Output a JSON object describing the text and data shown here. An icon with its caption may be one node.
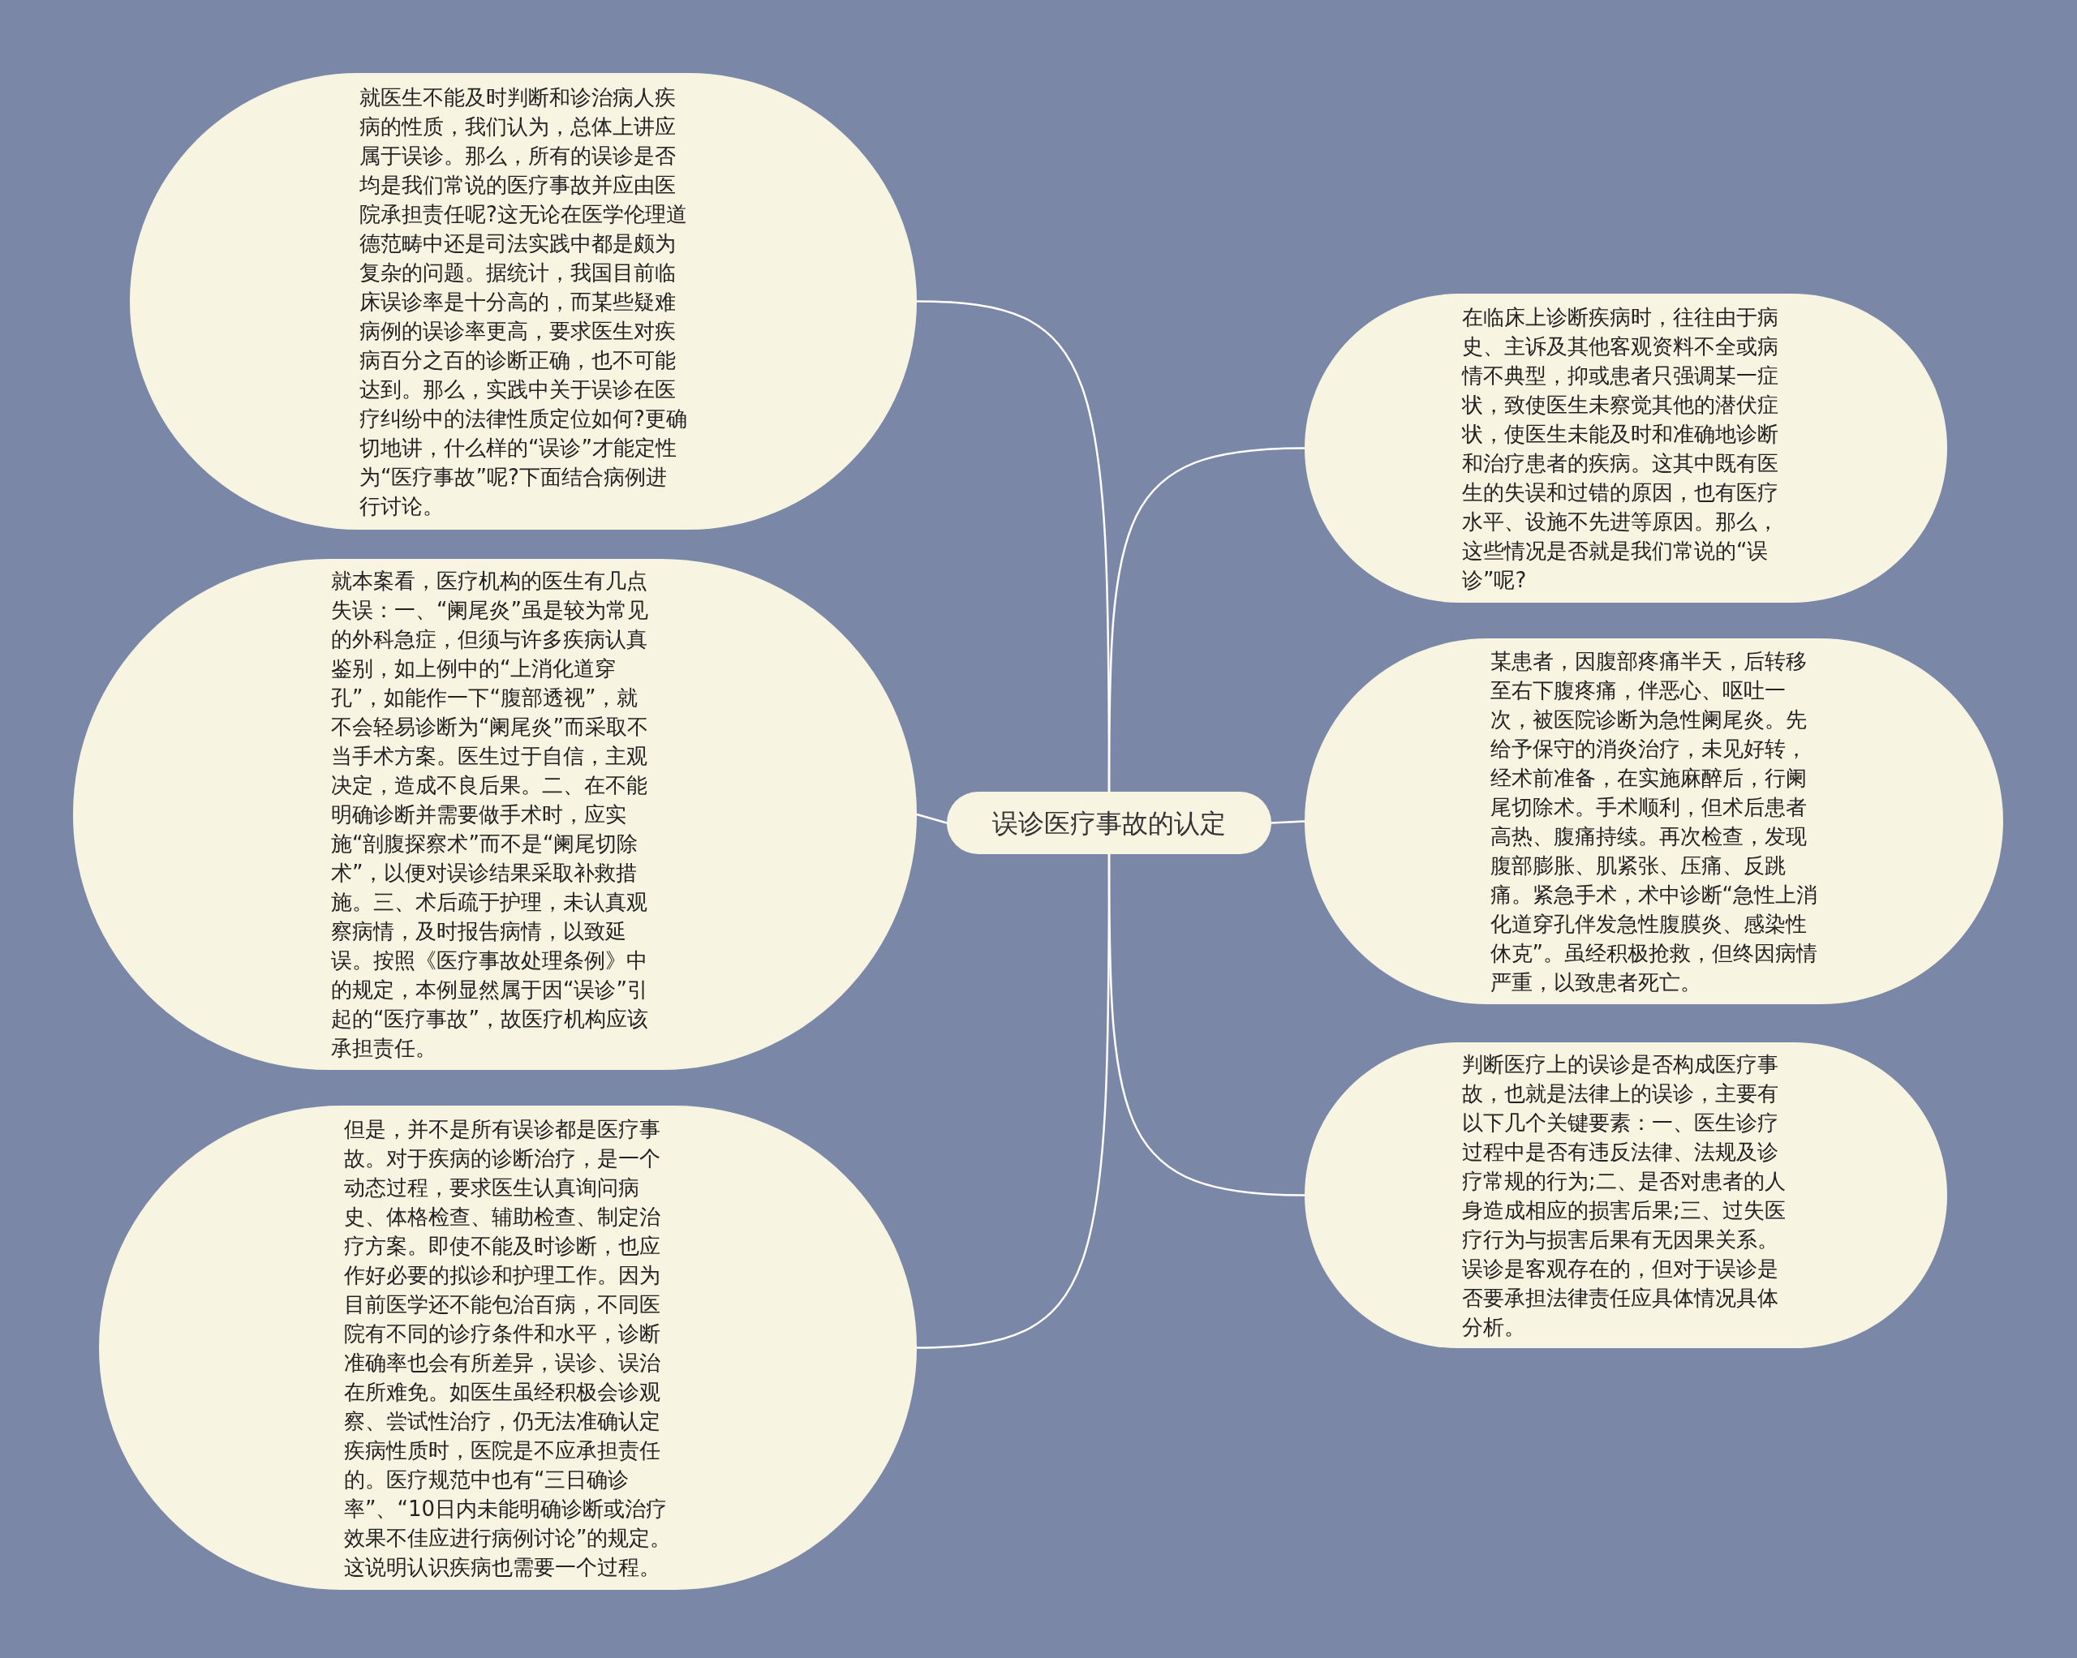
{
  "diagram": {
    "nodes": [
      {
        "text": [
          "误诊医疗事故的认定"
        ]
      },
      {
        "text": [
          "就医生不能及时判断和诊治病人疾病的性质，我们认为，总体上讲应属于误诊。那么，所有的误诊是否均是我们常说的医疗事故并应由医院承担责任呢?这无论在医学伦理道德范畴中还是司法实践中都是颇为复杂的问题。据统计，我国目前临床误诊率是十分高的，而某些疑难病例的误诊率更高，要求医生对疾病百分之百的诊断正确，也不可能达到。那么，实践中关于误诊在医疗纠纷中的法律性质定位如何?更确切地讲，什么样的“误诊”才能定性为“医疗事故”呢?下面结合病例进行讨论。"
        ]
      },
      {
        "text": [
          "就本案看，医疗机构的医生有几点失误：一、“阑尾炎”虽是较为常见的外科急症，但须与许多疾病认真鉴别，如上例中的“上消化道穿孔”，如能作一下“腹部透视”，就不会轻易诊断为“阑尾炎”而采取不当手术方案。医生过于自信，主观决定，造成不良后果。二、在不能明确诊断并需要做手术时，应实施“剖腹探察术”而不是“阑尾切除术”，以便对误诊结果采取补救措施。三、术后疏于护理，未认真观察病情，及时报告病情，以致延误。按照《医疗事故处理条例》中的规定，本例显然属于因“误诊”引起的“医疗事故”，故医疗机构应该承担责任。"
        ]
      },
      {
        "text": [
          "但是，并不是所有误诊都是医疗事故。对于疾病的诊断治疗，是一个动态过程，要求医生认真询问病史、体格检查、辅助检查、制定治疗方案。即使不能及时诊断，也应作好必要的拟诊和护理工作。因为目前医学还不能包治百病，不同医院有不同的诊疗条件和水平，诊断准确率也会有所差异，误诊、误治在所难免。如医生虽经积极会诊观察、尝试性治疗，仍无法准确认定疾病性质时，医院是不应承担责任的。医疗规范中也有“三日确诊率”、“10日内未能明确诊断或治疗效果不佳应进行病例讨论”的规定。这说明认识疾病也需要一个过程。"
        ]
      },
      {
        "text": [
          "在临床上诊断疾病时，往往由于病史、主诉及其他客观资料不全或病情不典型，抑或患者只强调某一症状，致使医生未察觉其他的潜伏症状，使医生未能及时和准确地诊断和治疗患者的疾病。这其中既有医生的失误和过错的原因，也有医疗水平、设施不先进等原因。那么，这些情况是否就是我们常说的“误诊”呢?"
        ]
      },
      {
        "text": [
          "某患者，因腹部疼痛半天，后转移至右下腹疼痛，伴恶心、呕吐一次，被医院诊断为急性阑尾炎。先给予保守的消炎治疗，未见好转，经术前准备，在实施麻醉后，行阑尾切除术。手术顺利，但术后患者高热、腹痛持续。再次检查，发现腹部膨胀、肌紧张、压痛、反跳痛。紧急手术，术中诊断“急性上消化道穿孔伴发急性腹膜炎、感染性休克”。虽经积极抢救，但终因病情严重，以致患者死亡。"
        ]
      },
      {
        "text": [
          "判断医疗上的误诊是否构成医疗事故，也就是法律上的误诊，主要有以下几个关键要素：一、医生诊疗过程中是否有违反法律、法规及诊疗常规的行为;二、是否对患者的人身造成相应的损害后果;三、过失医疗行为与损害后果有无因果关系。误诊是客观存在的，但对于误诊是否要承担法律责任应具体情况具体分析。"
        ]
      }
    ],
    "edges": [
      {
        "from": 0,
        "to": 1,
        "arrow": "none"
      },
      {
        "from": 0,
        "to": 2,
        "arrow": "none"
      },
      {
        "from": 0,
        "to": 3,
        "arrow": "none"
      },
      {
        "from": 0,
        "to": 4,
        "arrow": "none"
      },
      {
        "from": 0,
        "to": 5,
        "arrow": "none"
      },
      {
        "from": 0,
        "to": 6,
        "arrow": "none"
      }
    ]
  }
}
